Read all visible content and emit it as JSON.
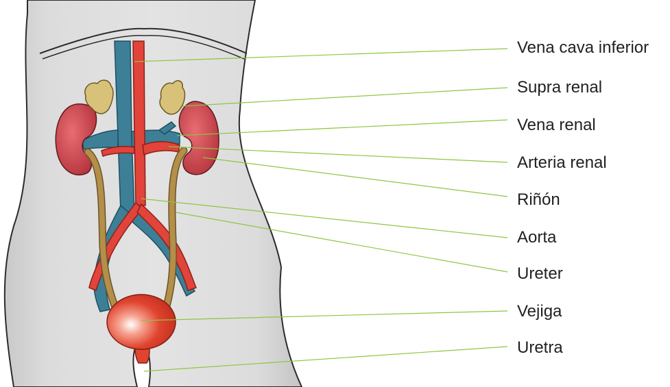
{
  "diagram": {
    "labels": [
      {
        "id": "vena-cava-inferior",
        "text": "Vena cava inferior"
      },
      {
        "id": "supra-renal",
        "text": "Supra renal"
      },
      {
        "id": "vena-renal",
        "text": "Vena renal"
      },
      {
        "id": "arteria-renal",
        "text": "Arteria renal"
      },
      {
        "id": "rinon",
        "text": "Riñón"
      },
      {
        "id": "aorta",
        "text": "Aorta"
      },
      {
        "id": "ureter",
        "text": "Ureter"
      },
      {
        "id": "vejiga",
        "text": "Vejiga"
      },
      {
        "id": "uretra",
        "text": "Uretra"
      }
    ],
    "colors": {
      "body_fill": "#d9d9d9",
      "body_shade": "#bdbdbd",
      "outline": "#2b2b2b",
      "vein": "#3d7f96",
      "artery": "#e0443a",
      "kidney": "#c8454c",
      "ureter": "#b38f4a",
      "adrenal": "#d8c27a",
      "bladder": "#e0442f",
      "leader_line": "#8cc63f"
    }
  }
}
